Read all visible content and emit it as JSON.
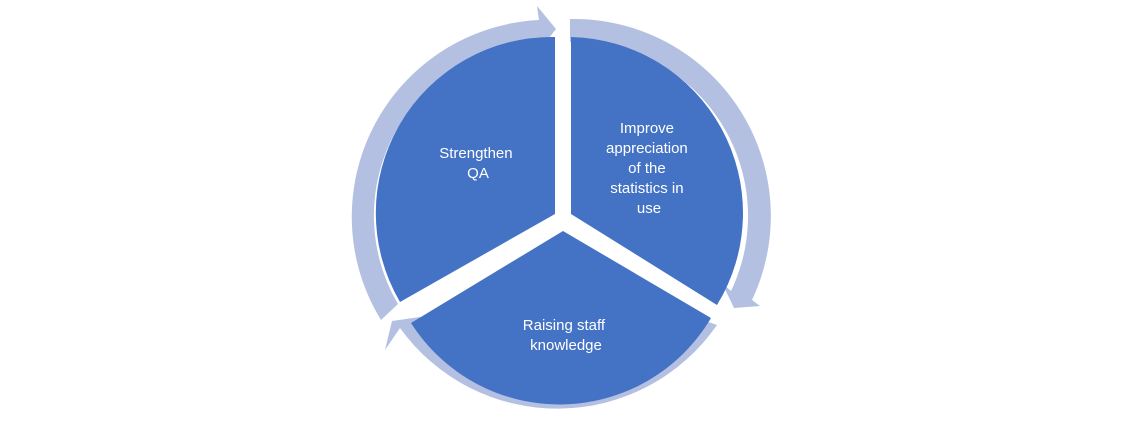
{
  "diagram": {
    "type": "cycle",
    "colors": {
      "segment_fill": "#4472C4",
      "arrow_ring": "#B4C0E1",
      "label_text": "#FFFFFF",
      "background": "#FFFFFF"
    },
    "segments": [
      {
        "id": "top-right",
        "lines": [
          "Improve",
          "appreciation",
          "of the",
          "statistics in",
          "use"
        ]
      },
      {
        "id": "bottom",
        "lines": [
          "Raising staff",
          "knowledge"
        ]
      },
      {
        "id": "top-left",
        "lines": [
          "Strengthen",
          "QA"
        ]
      }
    ]
  }
}
